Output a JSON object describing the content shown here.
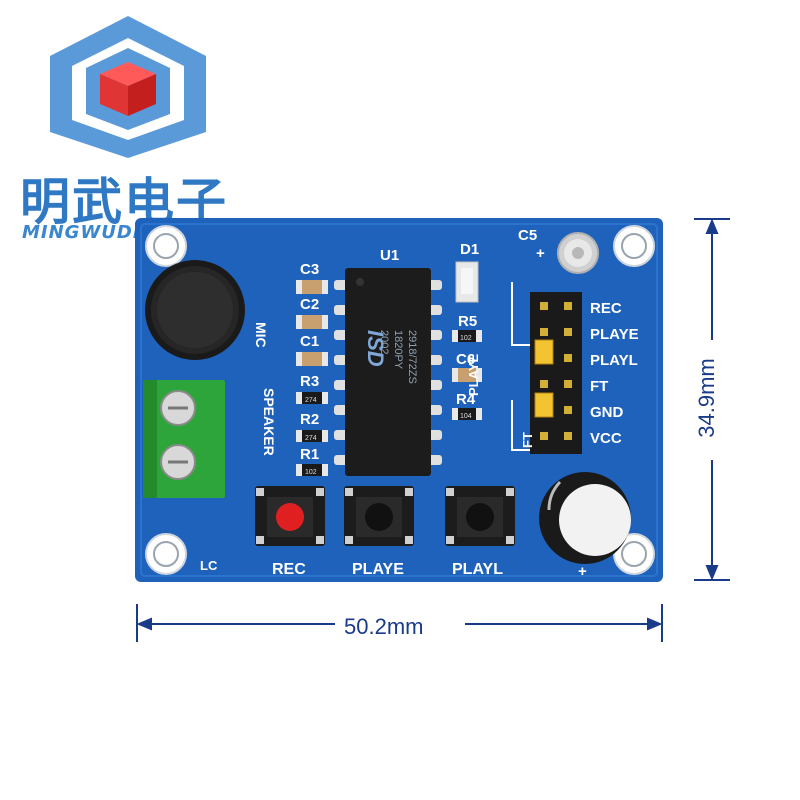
{
  "brand": {
    "name_cn": "明武电子",
    "name_en": "MINGWUDIANZI",
    "cube_colors": {
      "frame": "#4a8fd4",
      "cube_top": "#e04040",
      "cube_side": "#c82020"
    }
  },
  "board": {
    "color": "#1e5fb8",
    "chip_label": "U1",
    "chip_marking": "ISD",
    "chip_text_1": "1820PY",
    "chip_text_2": "2002",
    "chip_text_3": "2918/72ZS",
    "components": {
      "c3": "C3",
      "c2": "C2",
      "c1": "C1",
      "r3": "R3",
      "r2": "R2",
      "r1": "R1",
      "d1": "D1",
      "r5": "R5",
      "c6": "C6",
      "r4": "R4",
      "c5": "C5",
      "mic": "MIC",
      "speaker": "SPEAKER",
      "playe_vertical": "PLAYE",
      "ft_vertical": "FT",
      "lc": "LC",
      "plus_top": "+",
      "plus_bottom": "+",
      "r1_val": "102",
      "r2_val": "274",
      "r3_val": "274",
      "r5_val": "102",
      "r4_val": "104"
    },
    "header_labels": [
      "REC",
      "PLAYE",
      "PLAYL",
      "FT",
      "GND",
      "VCC"
    ],
    "buttons": [
      {
        "label": "REC",
        "cap_color": "#e02020"
      },
      {
        "label": "PLAYE",
        "cap_color": "#222222"
      },
      {
        "label": "PLAYL",
        "cap_color": "#222222"
      }
    ]
  },
  "dimensions": {
    "width": "50.2mm",
    "height": "34.9mm",
    "line_color": "#1a3a8a"
  }
}
